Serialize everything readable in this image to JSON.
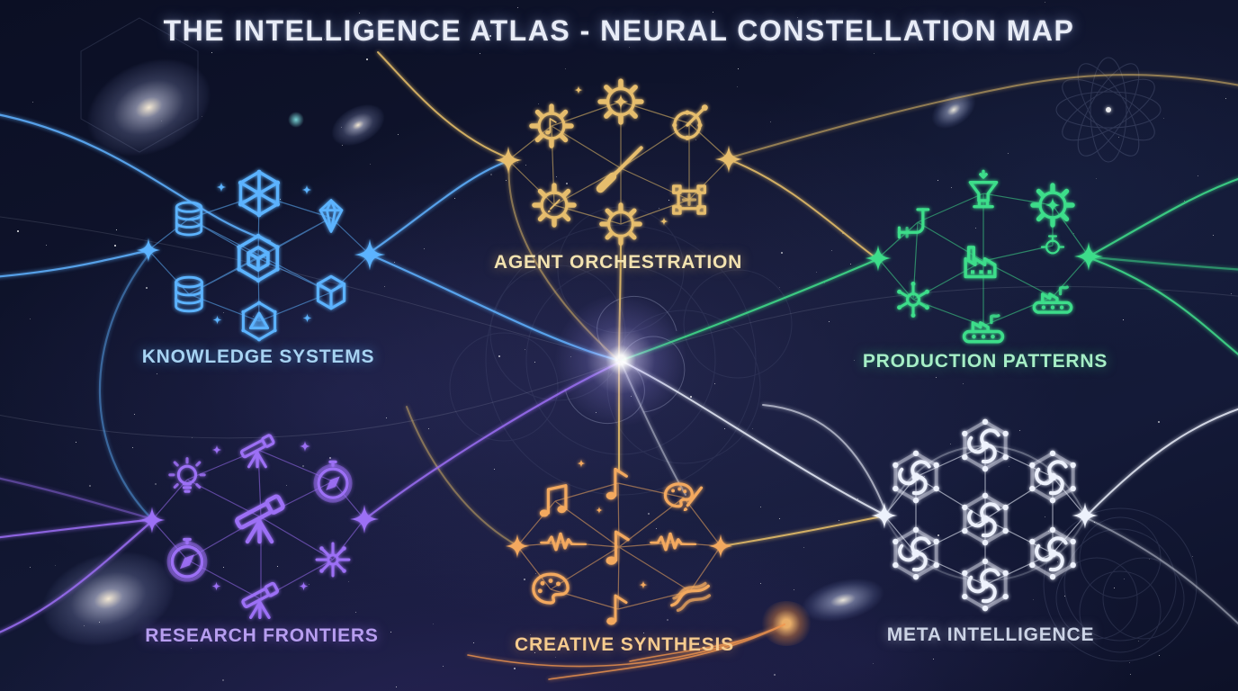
{
  "title": "THE INTELLIGENCE ATLAS - NEURAL CONSTELLATION MAP",
  "clusters": {
    "knowledge_systems": {
      "label": "KNOWLEDGE SYSTEMS",
      "accent": "#5cb3ff",
      "label_color": "#a7d3f2",
      "icons": [
        "database-icon",
        "hex-network-icon",
        "gem-icon",
        "hex-cube-icon",
        "database-icon",
        "cube-icon",
        "hex-triangle-icon",
        "star-icon",
        "star-icon"
      ]
    },
    "agent_orchestration": {
      "label": "AGENT ORCHESTRATION",
      "accent": "#e6bd6d",
      "label_color": "#f2e2b0",
      "icons": [
        "gear-music-icon",
        "gear-star-icon",
        "baton-node-icon",
        "magic-wand-icon",
        "gear-brush-icon",
        "gear-ring-icon",
        "frame-node-icon",
        "star-icon",
        "star-icon"
      ]
    },
    "production_patterns": {
      "label": "PRODUCTION PATTERNS",
      "accent": "#3cdd8a",
      "label_color": "#a6eec6",
      "icons": [
        "pipe-icon",
        "hopper-icon",
        "gear-star-icon",
        "factory-icon",
        "valve-icon",
        "hub-spokes-icon",
        "conveyor-icon",
        "conveyor-icon",
        "star-icon",
        "star-icon"
      ]
    },
    "research_frontiers": {
      "label": "RESEARCH FRONTIERS",
      "accent": "#9c6ff5",
      "label_color": "#b79ef0",
      "icons": [
        "telescope-icon",
        "lightbulb-icon",
        "compass-icon",
        "telescope-icon",
        "compass-icon",
        "starburst-icon",
        "telescope-icon",
        "star-icon",
        "star-icon"
      ]
    },
    "creative_synthesis": {
      "label": "CREATIVE SYNTHESIS",
      "accent": "#f3a95e",
      "label_color": "#f6cb8e",
      "icons": [
        "music-note-icon",
        "music-note-icon",
        "palette-brush-icon",
        "waveform-icon",
        "music-note-icon",
        "waveform-icon",
        "palette-icon",
        "ribbon-icon",
        "music-note-icon",
        "star-icon",
        "star-icon"
      ]
    },
    "meta_intelligence": {
      "label": "META INTELLIGENCE",
      "accent": "#edf1fc",
      "label_color": "#ccd4e6",
      "icons": [
        "spiral-node-icon",
        "spiral-node-icon",
        "spiral-node-icon",
        "spiral-node-icon",
        "spiral-node-icon",
        "spiral-node-icon",
        "spiral-node-icon",
        "star-icon",
        "star-icon"
      ]
    }
  },
  "background": {
    "decorations": [
      "spiral-galaxy",
      "spiral-galaxy",
      "spiral-galaxy",
      "edge-on-galaxy",
      "edge-on-galaxy",
      "geometric-rosette",
      "hexagon-outline",
      "flower-of-life-circles",
      "center-vortex",
      "orange-filament-node"
    ],
    "base_colors": [
      "#0b0f24",
      "#141a38"
    ]
  }
}
